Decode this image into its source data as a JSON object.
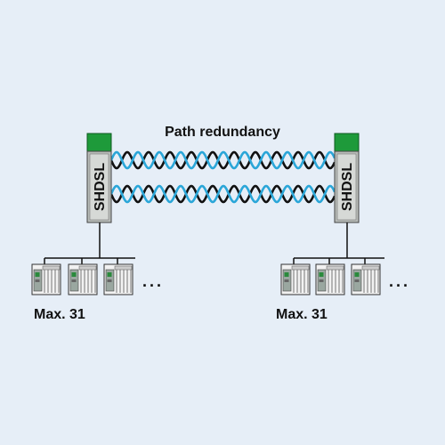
{
  "diagram": {
    "title": "Path redundancy",
    "modules": [
      {
        "label": "SHDSL"
      },
      {
        "label": "SHDSL"
      }
    ],
    "groups": [
      {
        "label": "Max. 31",
        "ellipsis": "..."
      },
      {
        "label": "Max. 31",
        "ellipsis": "..."
      }
    ],
    "colors": {
      "background": "#e6eef7",
      "module_green": "#1e9a3a",
      "module_gray": "#b8bcb8",
      "wire_blue": "#2aa6d8",
      "wire_black": "#111111"
    },
    "icons": [
      "shdsl-module-icon",
      "io-device-icon",
      "twisted-pair-cable-icon"
    ]
  }
}
